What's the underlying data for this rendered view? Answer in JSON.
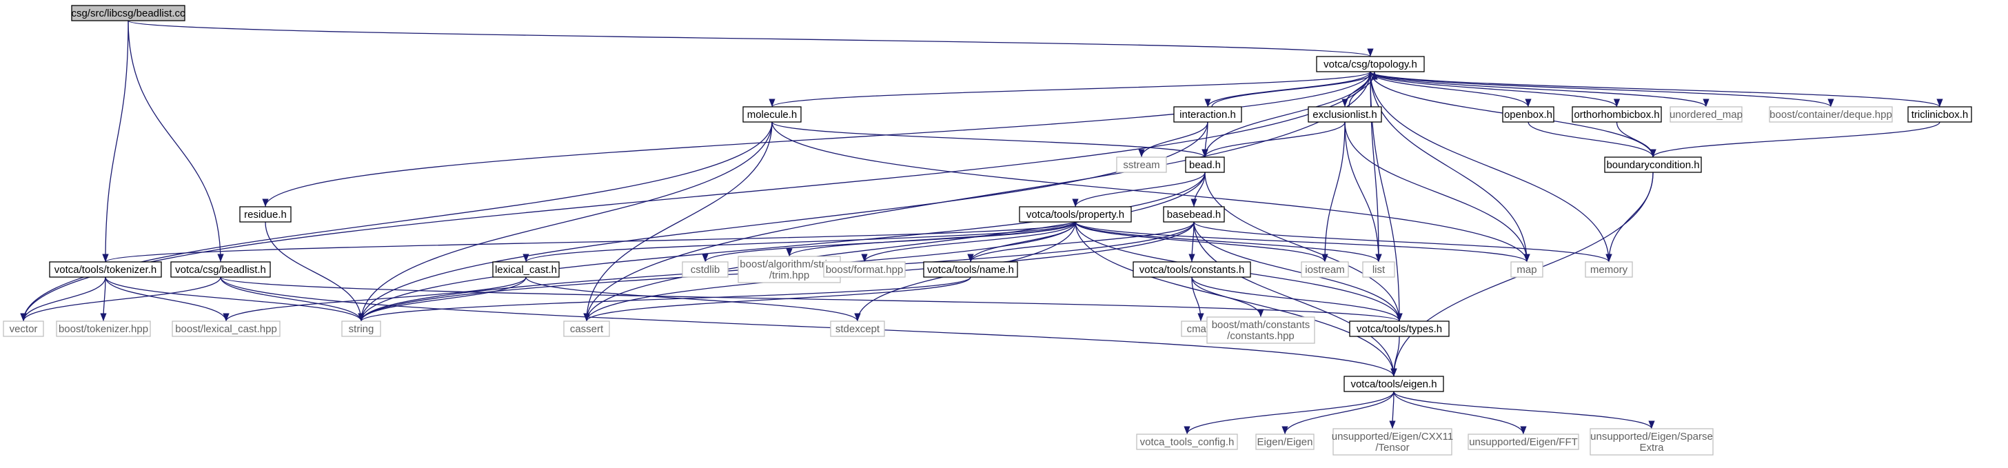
{
  "colors": {
    "edge": "#191970",
    "root_fill": "#bfbfbf",
    "internal_border": "#000000",
    "external_border": "#bfbfbf",
    "external_text": "#606060"
  },
  "nodes": [
    {
      "id": "root",
      "lines": [
        "csg/src/libcsg/beadlist.cc"
      ],
      "kind": "root"
    },
    {
      "id": "topology",
      "lines": [
        "votca/csg/topology.h"
      ],
      "kind": "internal"
    },
    {
      "id": "interaction",
      "lines": [
        "interaction.h"
      ],
      "kind": "internal"
    },
    {
      "id": "molecule",
      "lines": [
        "molecule.h"
      ],
      "kind": "internal"
    },
    {
      "id": "exclusionlist",
      "lines": [
        "exclusionlist.h"
      ],
      "kind": "internal"
    },
    {
      "id": "openbox",
      "lines": [
        "openbox.h"
      ],
      "kind": "internal"
    },
    {
      "id": "orthorhombicbox",
      "lines": [
        "orthorhombicbox.h"
      ],
      "kind": "internal"
    },
    {
      "id": "unordered_map",
      "lines": [
        "unordered_map"
      ],
      "kind": "external"
    },
    {
      "id": "deque",
      "lines": [
        "boost/container/deque.hpp"
      ],
      "kind": "external"
    },
    {
      "id": "triclinicbox",
      "lines": [
        "triclinicbox.h"
      ],
      "kind": "internal"
    },
    {
      "id": "sstream",
      "lines": [
        "sstream"
      ],
      "kind": "external"
    },
    {
      "id": "bead",
      "lines": [
        "bead.h"
      ],
      "kind": "internal"
    },
    {
      "id": "boundarycondition",
      "lines": [
        "boundarycondition.h"
      ],
      "kind": "internal"
    },
    {
      "id": "residue",
      "lines": [
        "residue.h"
      ],
      "kind": "internal"
    },
    {
      "id": "property",
      "lines": [
        "votca/tools/property.h"
      ],
      "kind": "internal"
    },
    {
      "id": "basebead",
      "lines": [
        "basebead.h"
      ],
      "kind": "internal"
    },
    {
      "id": "tokenizer",
      "lines": [
        "votca/tools/tokenizer.h"
      ],
      "kind": "internal"
    },
    {
      "id": "csgbeadlist",
      "lines": [
        "votca/csg/beadlist.h"
      ],
      "kind": "internal"
    },
    {
      "id": "lexical_cast_h",
      "lines": [
        "lexical_cast.h"
      ],
      "kind": "internal"
    },
    {
      "id": "cstdlib",
      "lines": [
        "cstdlib"
      ],
      "kind": "external"
    },
    {
      "id": "trim",
      "lines": [
        "boost/algorithm/string",
        "/trim.hpp"
      ],
      "kind": "external"
    },
    {
      "id": "format",
      "lines": [
        "boost/format.hpp"
      ],
      "kind": "external"
    },
    {
      "id": "name",
      "lines": [
        "votca/tools/name.h"
      ],
      "kind": "internal"
    },
    {
      "id": "constants",
      "lines": [
        "votca/tools/constants.h"
      ],
      "kind": "internal"
    },
    {
      "id": "iostream",
      "lines": [
        "iostream"
      ],
      "kind": "external"
    },
    {
      "id": "list",
      "lines": [
        "list"
      ],
      "kind": "external"
    },
    {
      "id": "map",
      "lines": [
        "map"
      ],
      "kind": "external"
    },
    {
      "id": "memory",
      "lines": [
        "memory"
      ],
      "kind": "external"
    },
    {
      "id": "vector",
      "lines": [
        "vector"
      ],
      "kind": "external"
    },
    {
      "id": "tokenizer_hpp",
      "lines": [
        "boost/tokenizer.hpp"
      ],
      "kind": "external"
    },
    {
      "id": "lexical_cast_hpp",
      "lines": [
        "boost/lexical_cast.hpp"
      ],
      "kind": "external"
    },
    {
      "id": "string",
      "lines": [
        "string"
      ],
      "kind": "external"
    },
    {
      "id": "cassert",
      "lines": [
        "cassert"
      ],
      "kind": "external"
    },
    {
      "id": "stdexcept",
      "lines": [
        "stdexcept"
      ],
      "kind": "external"
    },
    {
      "id": "cmath",
      "lines": [
        "cmath"
      ],
      "kind": "external"
    },
    {
      "id": "math_constants",
      "lines": [
        "boost/math/constants",
        "/constants.hpp"
      ],
      "kind": "external"
    },
    {
      "id": "types",
      "lines": [
        "votca/tools/types.h"
      ],
      "kind": "internal"
    },
    {
      "id": "eigen",
      "lines": [
        "votca/tools/eigen.h"
      ],
      "kind": "internal"
    },
    {
      "id": "tools_config",
      "lines": [
        "votca_tools_config.h"
      ],
      "kind": "external"
    },
    {
      "id": "eigen_eigen",
      "lines": [
        "Eigen/Eigen"
      ],
      "kind": "external"
    },
    {
      "id": "cxx11_tensor",
      "lines": [
        "unsupported/Eigen/CXX11",
        "/Tensor"
      ],
      "kind": "external"
    },
    {
      "id": "fft",
      "lines": [
        "unsupported/Eigen/FFT"
      ],
      "kind": "external"
    },
    {
      "id": "sparse_extra",
      "lines": [
        "unsupported/Eigen/Sparse",
        "Extra"
      ],
      "kind": "external"
    }
  ],
  "edges": [
    [
      "root",
      "topology"
    ],
    [
      "root",
      "tokenizer"
    ],
    [
      "root",
      "csgbeadlist"
    ],
    [
      "topology",
      "interaction"
    ],
    [
      "topology",
      "molecule"
    ],
    [
      "topology",
      "exclusionlist"
    ],
    [
      "topology",
      "openbox"
    ],
    [
      "topology",
      "orthorhombicbox"
    ],
    [
      "topology",
      "unordered_map"
    ],
    [
      "topology",
      "deque"
    ],
    [
      "topology",
      "triclinicbox"
    ],
    [
      "topology",
      "bead"
    ],
    [
      "topology",
      "residue"
    ],
    [
      "topology",
      "boundarycondition"
    ],
    [
      "topology",
      "map"
    ],
    [
      "topology",
      "memory"
    ],
    [
      "topology",
      "vector"
    ],
    [
      "topology",
      "cassert"
    ],
    [
      "topology",
      "types"
    ],
    [
      "topology",
      "list"
    ],
    [
      "interaction",
      "topology"
    ],
    [
      "interaction",
      "bead"
    ],
    [
      "interaction",
      "sstream"
    ],
    [
      "interaction",
      "string"
    ],
    [
      "molecule",
      "bead"
    ],
    [
      "molecule",
      "map"
    ],
    [
      "molecule",
      "string"
    ],
    [
      "molecule",
      "vector"
    ],
    [
      "molecule",
      "cassert"
    ],
    [
      "exclusionlist",
      "topology"
    ],
    [
      "exclusionlist",
      "bead"
    ],
    [
      "exclusionlist",
      "list"
    ],
    [
      "exclusionlist",
      "map"
    ],
    [
      "exclusionlist",
      "iostream"
    ],
    [
      "openbox",
      "boundarycondition"
    ],
    [
      "orthorhombicbox",
      "boundarycondition"
    ],
    [
      "triclinicbox",
      "boundarycondition"
    ],
    [
      "boundarycondition",
      "memory"
    ],
    [
      "boundarycondition",
      "eigen"
    ],
    [
      "bead",
      "property"
    ],
    [
      "bead",
      "basebead"
    ],
    [
      "bead",
      "cassert"
    ],
    [
      "bead",
      "string"
    ],
    [
      "bead",
      "types"
    ],
    [
      "residue",
      "string"
    ],
    [
      "property",
      "tokenizer"
    ],
    [
      "property",
      "lexical_cast_h"
    ],
    [
      "property",
      "cstdlib"
    ],
    [
      "property",
      "trim"
    ],
    [
      "property",
      "format"
    ],
    [
      "property",
      "name"
    ],
    [
      "property",
      "iostream"
    ],
    [
      "property",
      "list"
    ],
    [
      "property",
      "map"
    ],
    [
      "property",
      "string"
    ],
    [
      "property",
      "stdexcept"
    ],
    [
      "property",
      "types"
    ],
    [
      "property",
      "eigen"
    ],
    [
      "basebead",
      "constants"
    ],
    [
      "basebead",
      "name"
    ],
    [
      "basebead",
      "types"
    ],
    [
      "basebead",
      "eigen"
    ],
    [
      "basebead",
      "memory"
    ],
    [
      "basebead",
      "cassert"
    ],
    [
      "basebead",
      "string"
    ],
    [
      "tokenizer",
      "vector"
    ],
    [
      "tokenizer",
      "tokenizer_hpp"
    ],
    [
      "tokenizer",
      "lexical_cast_hpp"
    ],
    [
      "tokenizer",
      "string"
    ],
    [
      "csgbeadlist",
      "vector"
    ],
    [
      "csgbeadlist",
      "string"
    ],
    [
      "csgbeadlist",
      "types"
    ],
    [
      "csgbeadlist",
      "eigen"
    ],
    [
      "lexical_cast_h",
      "lexical_cast_hpp"
    ],
    [
      "lexical_cast_h",
      "string"
    ],
    [
      "lexical_cast_h",
      "stdexcept"
    ],
    [
      "name",
      "string"
    ],
    [
      "name",
      "cassert"
    ],
    [
      "constants",
      "cmath"
    ],
    [
      "constants",
      "math_constants"
    ],
    [
      "constants",
      "types"
    ],
    [
      "types",
      "eigen"
    ],
    [
      "eigen",
      "tools_config"
    ],
    [
      "eigen",
      "eigen_eigen"
    ],
    [
      "eigen",
      "cxx11_tensor"
    ],
    [
      "eigen",
      "fft"
    ],
    [
      "eigen",
      "sparse_extra"
    ]
  ]
}
